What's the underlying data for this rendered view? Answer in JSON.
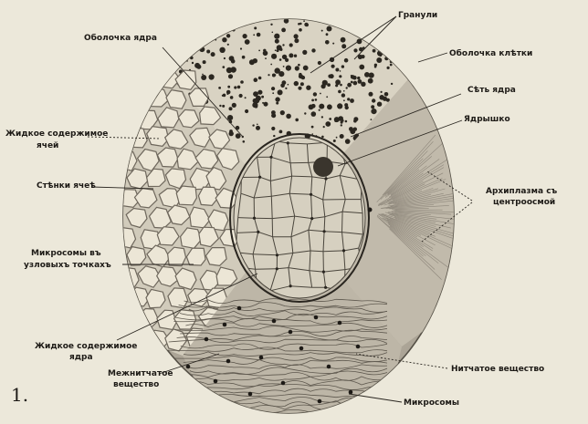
{
  "figure": {
    "number": "1.",
    "labels": {
      "granules": "Гранули",
      "cell_membrane": "Оболочка клѣтки",
      "nuclear_membrane": "Оболочка ядра",
      "nuclear_network": "Сѣть ядра",
      "nucleolus": "Ядрышко",
      "archoplasm_line1": "Архиплазма съ",
      "archoplasm_line2": "центроосмой",
      "cell_sap_line1": "Жидкое содержимое",
      "cell_sap_line2": "ячей",
      "cell_walls": "Стѣнки ячеѣ",
      "microsomes_nodes_line1": "Микросомы въ",
      "microsomes_nodes_line2": "узловыхъ точкахъ",
      "nuclear_sap_line1": "Жидкое содержимое",
      "nuclear_sap_line2": "ядра",
      "interfilar_line1": "Межнитчатое",
      "interfilar_line2": "вещество",
      "filar_substance": "Нитчатое вещество",
      "microsomes": "Микросомы"
    },
    "colors": {
      "background": "#ece8da",
      "cytoplasm": "#b7b0a2",
      "granule_sector": "#d9d3c3",
      "alveolar_walls": "#6e675c",
      "nucleus_fill": "#d6d0c0",
      "ink": "#1d1a16"
    }
  }
}
